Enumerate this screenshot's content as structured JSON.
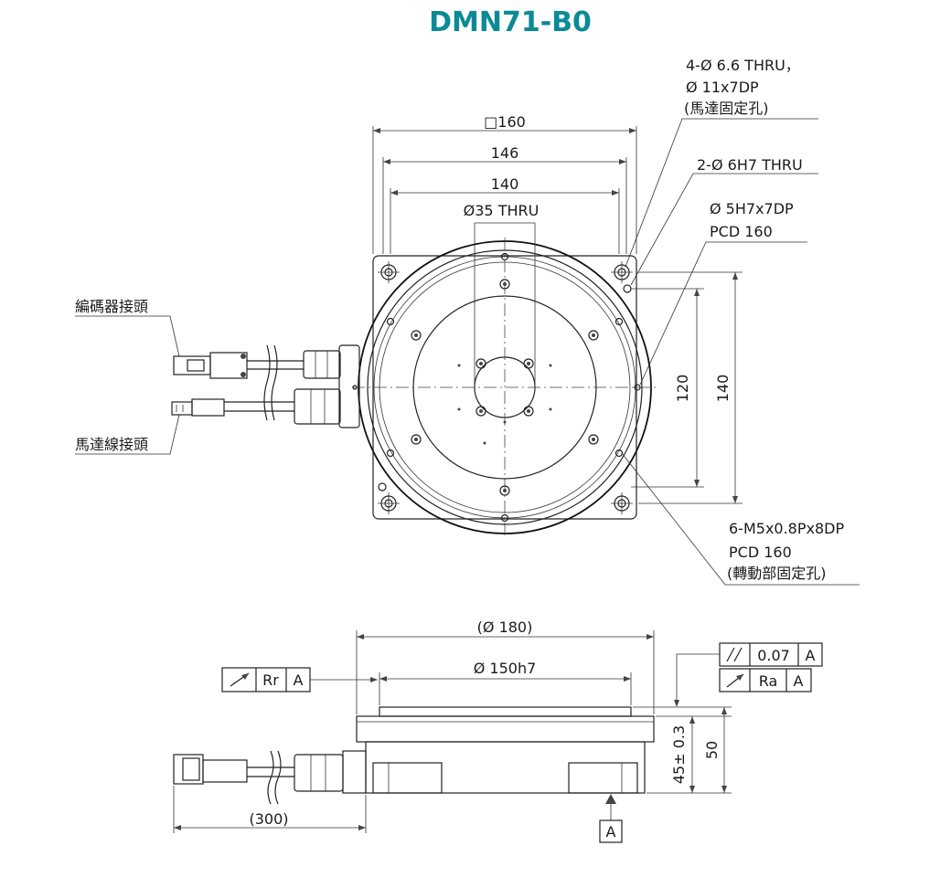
{
  "title": "DMN71-B0",
  "top_view": {
    "square_size": "□160",
    "dim_146": "146",
    "dim_140": "140",
    "thru_bore": "Ø35 THRU",
    "mount_holes": [
      "4-Ø  6.6 THRU，",
      "Ø  11x7DP",
      "(馬達固定孔)"
    ],
    "pin_hole_1": "2-Ø  6H7 THRU",
    "pin_hole_2": [
      "Ø  5H7x7DP",
      "PCD 160"
    ],
    "dim_v_120": "120",
    "dim_v_140": "140",
    "tap_holes": [
      "6-M5x0.8Px8DP",
      "PCD 160",
      "(轉動部固定孔)"
    ],
    "encoder_connector": "編碼器接頭",
    "motor_connector": "馬達線接頭"
  },
  "side_view": {
    "outer_diameter": "(Ø  180)",
    "pilot_diameter": "Ø  150h7",
    "runout_left": {
      "value": "Rr",
      "datum": "A"
    },
    "parallelism": {
      "value": "0.07",
      "datum": "A"
    },
    "runout_right": {
      "value": "Ra",
      "datum": "A"
    },
    "height_45": "45± 0.3",
    "height_50": "50",
    "cable_length": "(300)",
    "datum_label": "A"
  }
}
